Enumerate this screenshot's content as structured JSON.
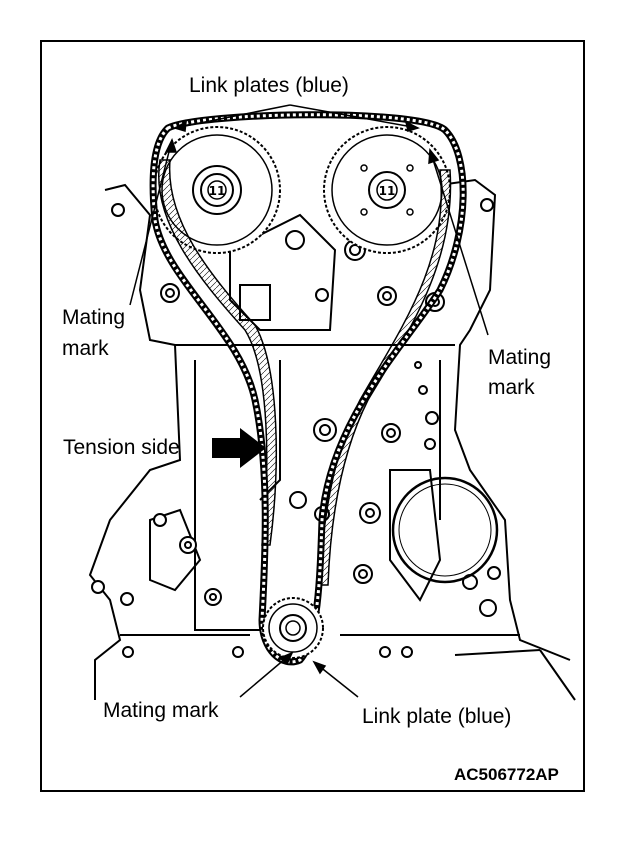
{
  "labels": {
    "link_plates": "Link plates (blue)",
    "mating_mark_left_line1": "Mating",
    "mating_mark_left_line2": "mark",
    "mating_mark_right_line1": "Mating",
    "mating_mark_right_line2": "mark",
    "tension_side": "Tension side",
    "mating_mark_bottom": "Mating mark",
    "link_plate_bottom": "Link plate (blue)",
    "figure_code": "AC506772AP"
  },
  "sprocket_marks": {
    "left_camshaft": "11",
    "right_camshaft": "11"
  }
}
